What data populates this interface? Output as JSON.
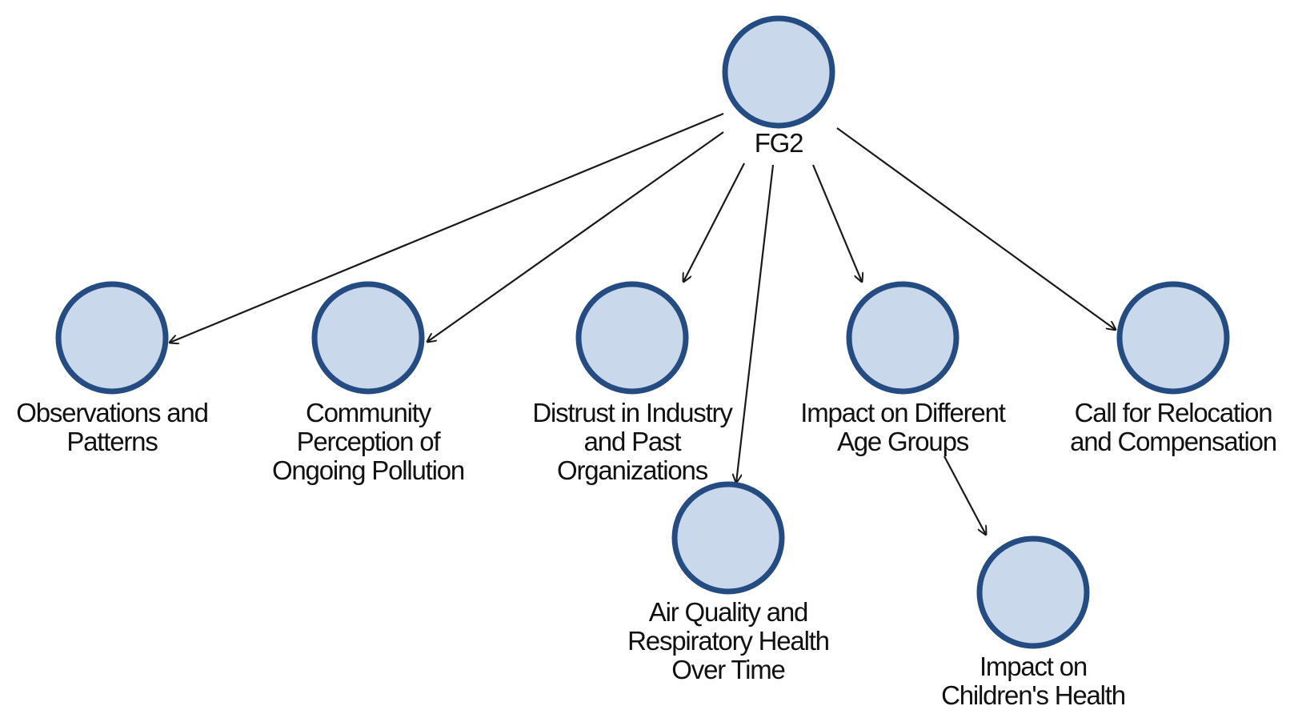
{
  "diagram": {
    "root": {
      "id": "fg2",
      "label": [
        "FG2"
      ]
    },
    "nodes": [
      {
        "id": "fg2",
        "label": [
          "FG2"
        ]
      },
      {
        "id": "observations",
        "label": [
          "Observations and",
          "Patterns"
        ]
      },
      {
        "id": "community",
        "label": [
          "Community",
          "Perception of",
          "Ongoing Pollution"
        ]
      },
      {
        "id": "distrust",
        "label": [
          "Distrust in Industry",
          "and Past",
          "Organizations"
        ]
      },
      {
        "id": "age-groups",
        "label": [
          "Impact on Different",
          "Age Groups"
        ]
      },
      {
        "id": "relocation",
        "label": [
          "Call for Relocation",
          "and Compensation"
        ]
      },
      {
        "id": "air-quality",
        "label": [
          "Air Quality and",
          "Respiratory Health",
          "Over Time"
        ]
      },
      {
        "id": "children",
        "label": [
          "Impact on",
          "Children's Health"
        ]
      }
    ],
    "edges": [
      {
        "from": "fg2",
        "to": "observations"
      },
      {
        "from": "fg2",
        "to": "community"
      },
      {
        "from": "fg2",
        "to": "distrust"
      },
      {
        "from": "fg2",
        "to": "air-quality"
      },
      {
        "from": "fg2",
        "to": "age-groups"
      },
      {
        "from": "fg2",
        "to": "relocation"
      },
      {
        "from": "age-groups",
        "to": "children"
      }
    ],
    "colors": {
      "node_fill": "#c9d8ea",
      "node_stroke": "#244c82",
      "edge": "#1a1a1a",
      "text": "#111111"
    }
  }
}
